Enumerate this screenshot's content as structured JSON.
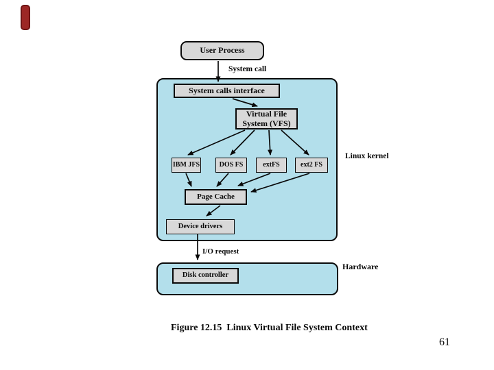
{
  "slide": {
    "page_number": "61",
    "caption": "Figure 12.15  Linux Virtual File System Context",
    "colors": {
      "accent_bar": "#9c2725",
      "region_fill": "#b3dfeb",
      "node_fill": "#d8d8d8",
      "line": "#0a0a0a"
    }
  },
  "diagram": {
    "nodes": {
      "user_process": "User Process",
      "system_calls_interface": "System calls interface",
      "vfs": "Virtual File System (VFS)",
      "ibm_jfs": "IBM JFS",
      "dos_fs": "DOS FS",
      "ext_fs": "extFS",
      "ext2_fs": "ext2 FS",
      "page_cache": "Page Cache",
      "device_drivers": "Device drivers",
      "disk_controller": "Disk controller"
    },
    "labels": {
      "system_call": "System call",
      "linux_kernel": "Linux kernel",
      "io_request": "I/O request",
      "hardware": "Hardware"
    },
    "edges": [
      {
        "from": "user_process",
        "to": "system_calls_interface",
        "label": "System call"
      },
      {
        "from": "system_calls_interface",
        "to": "vfs"
      },
      {
        "from": "vfs",
        "to": "ibm_jfs"
      },
      {
        "from": "vfs",
        "to": "dos_fs"
      },
      {
        "from": "vfs",
        "to": "ext_fs"
      },
      {
        "from": "vfs",
        "to": "ext2_fs"
      },
      {
        "from": "ibm_jfs",
        "to": "page_cache"
      },
      {
        "from": "dos_fs",
        "to": "page_cache"
      },
      {
        "from": "ext_fs",
        "to": "page_cache"
      },
      {
        "from": "ext2_fs",
        "to": "page_cache"
      },
      {
        "from": "page_cache",
        "to": "device_drivers"
      },
      {
        "from": "device_drivers",
        "to": "disk_controller",
        "label": "I/O request"
      }
    ]
  }
}
